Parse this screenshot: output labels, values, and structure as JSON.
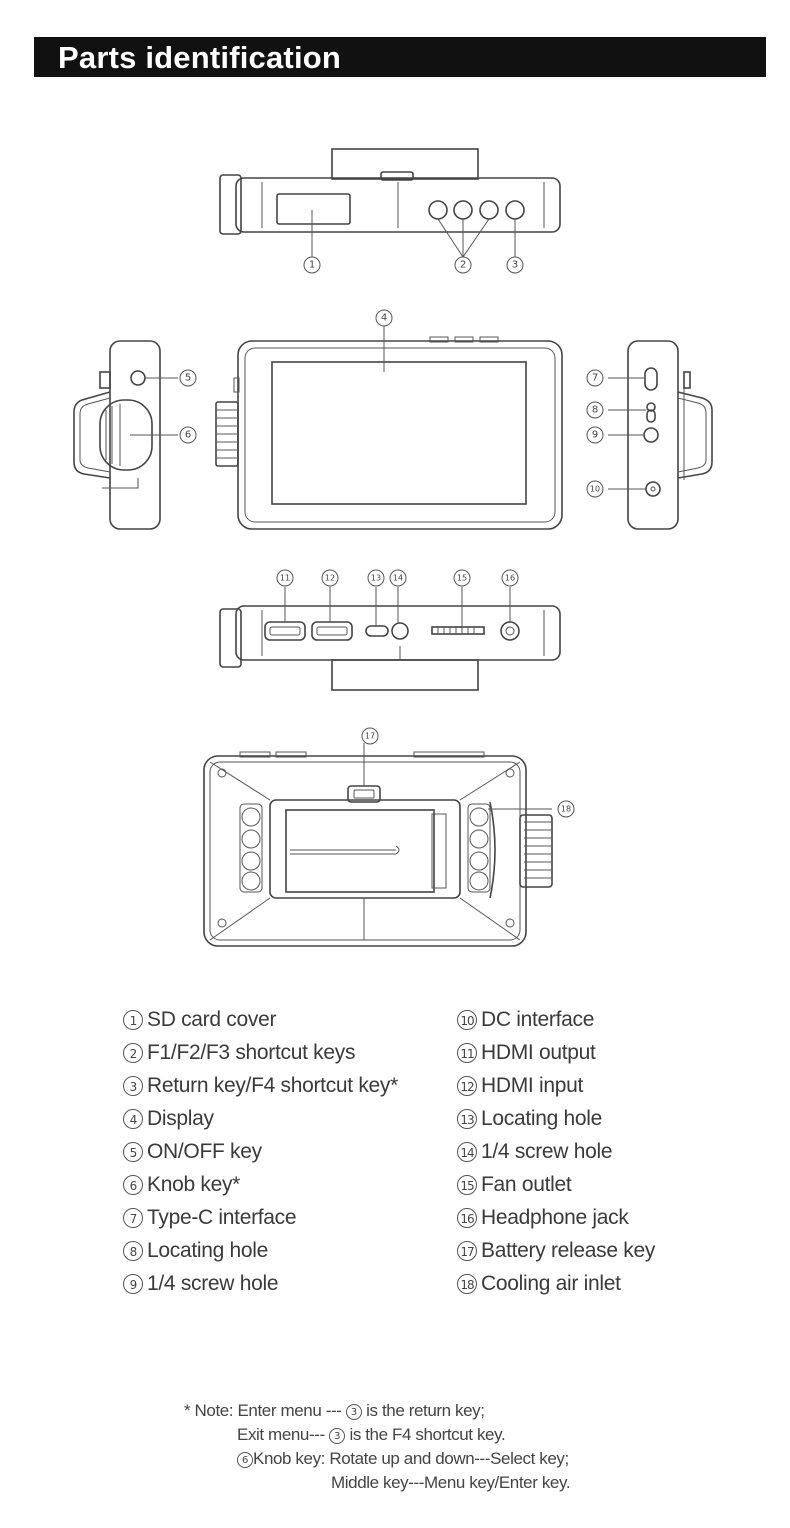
{
  "header": {
    "title": "Parts identification"
  },
  "callouts": [
    "1",
    "2",
    "3",
    "4",
    "5",
    "6",
    "7",
    "8",
    "9",
    "10",
    "11",
    "12",
    "13",
    "14",
    "15",
    "16",
    "17",
    "18"
  ],
  "legend": {
    "left": [
      {
        "num": "1",
        "label": "SD card cover"
      },
      {
        "num": "2",
        "label": "F1/F2/F3 shortcut keys"
      },
      {
        "num": "3",
        "label": "Return key/F4 shortcut key*"
      },
      {
        "num": "4",
        "label": "Display"
      },
      {
        "num": "5",
        "label": "ON/OFF key"
      },
      {
        "num": "6",
        "label": "Knob key*"
      },
      {
        "num": "7",
        "label": "Type-C interface"
      },
      {
        "num": "8",
        "label": "Locating hole"
      },
      {
        "num": "9",
        "label": "1/4 screw hole"
      }
    ],
    "right": [
      {
        "num": "10",
        "label": "DC interface"
      },
      {
        "num": "11",
        "label": "HDMI output"
      },
      {
        "num": "12",
        "label": "HDMI input"
      },
      {
        "num": "13",
        "label": "Locating hole"
      },
      {
        "num": "14",
        "label": "1/4 screw hole"
      },
      {
        "num": "15",
        "label": "Fan outlet"
      },
      {
        "num": "16",
        "label": "Headphone jack"
      },
      {
        "num": "17",
        "label": "Battery release key"
      },
      {
        "num": "18",
        "label": "Cooling air inlet"
      }
    ]
  },
  "note": {
    "line1_prefix": "* Note: Enter menu ---",
    "line1_num": "3",
    "line1_suffix": "is the return key;",
    "line2_prefix": "Exit menu---",
    "line2_num": "3",
    "line2_suffix": "is the F4 shortcut key.",
    "line3_num": "6",
    "line3_text": "Knob key: Rotate up and down---Select key;",
    "line4_text": "Middle key---Menu key/Enter key."
  }
}
